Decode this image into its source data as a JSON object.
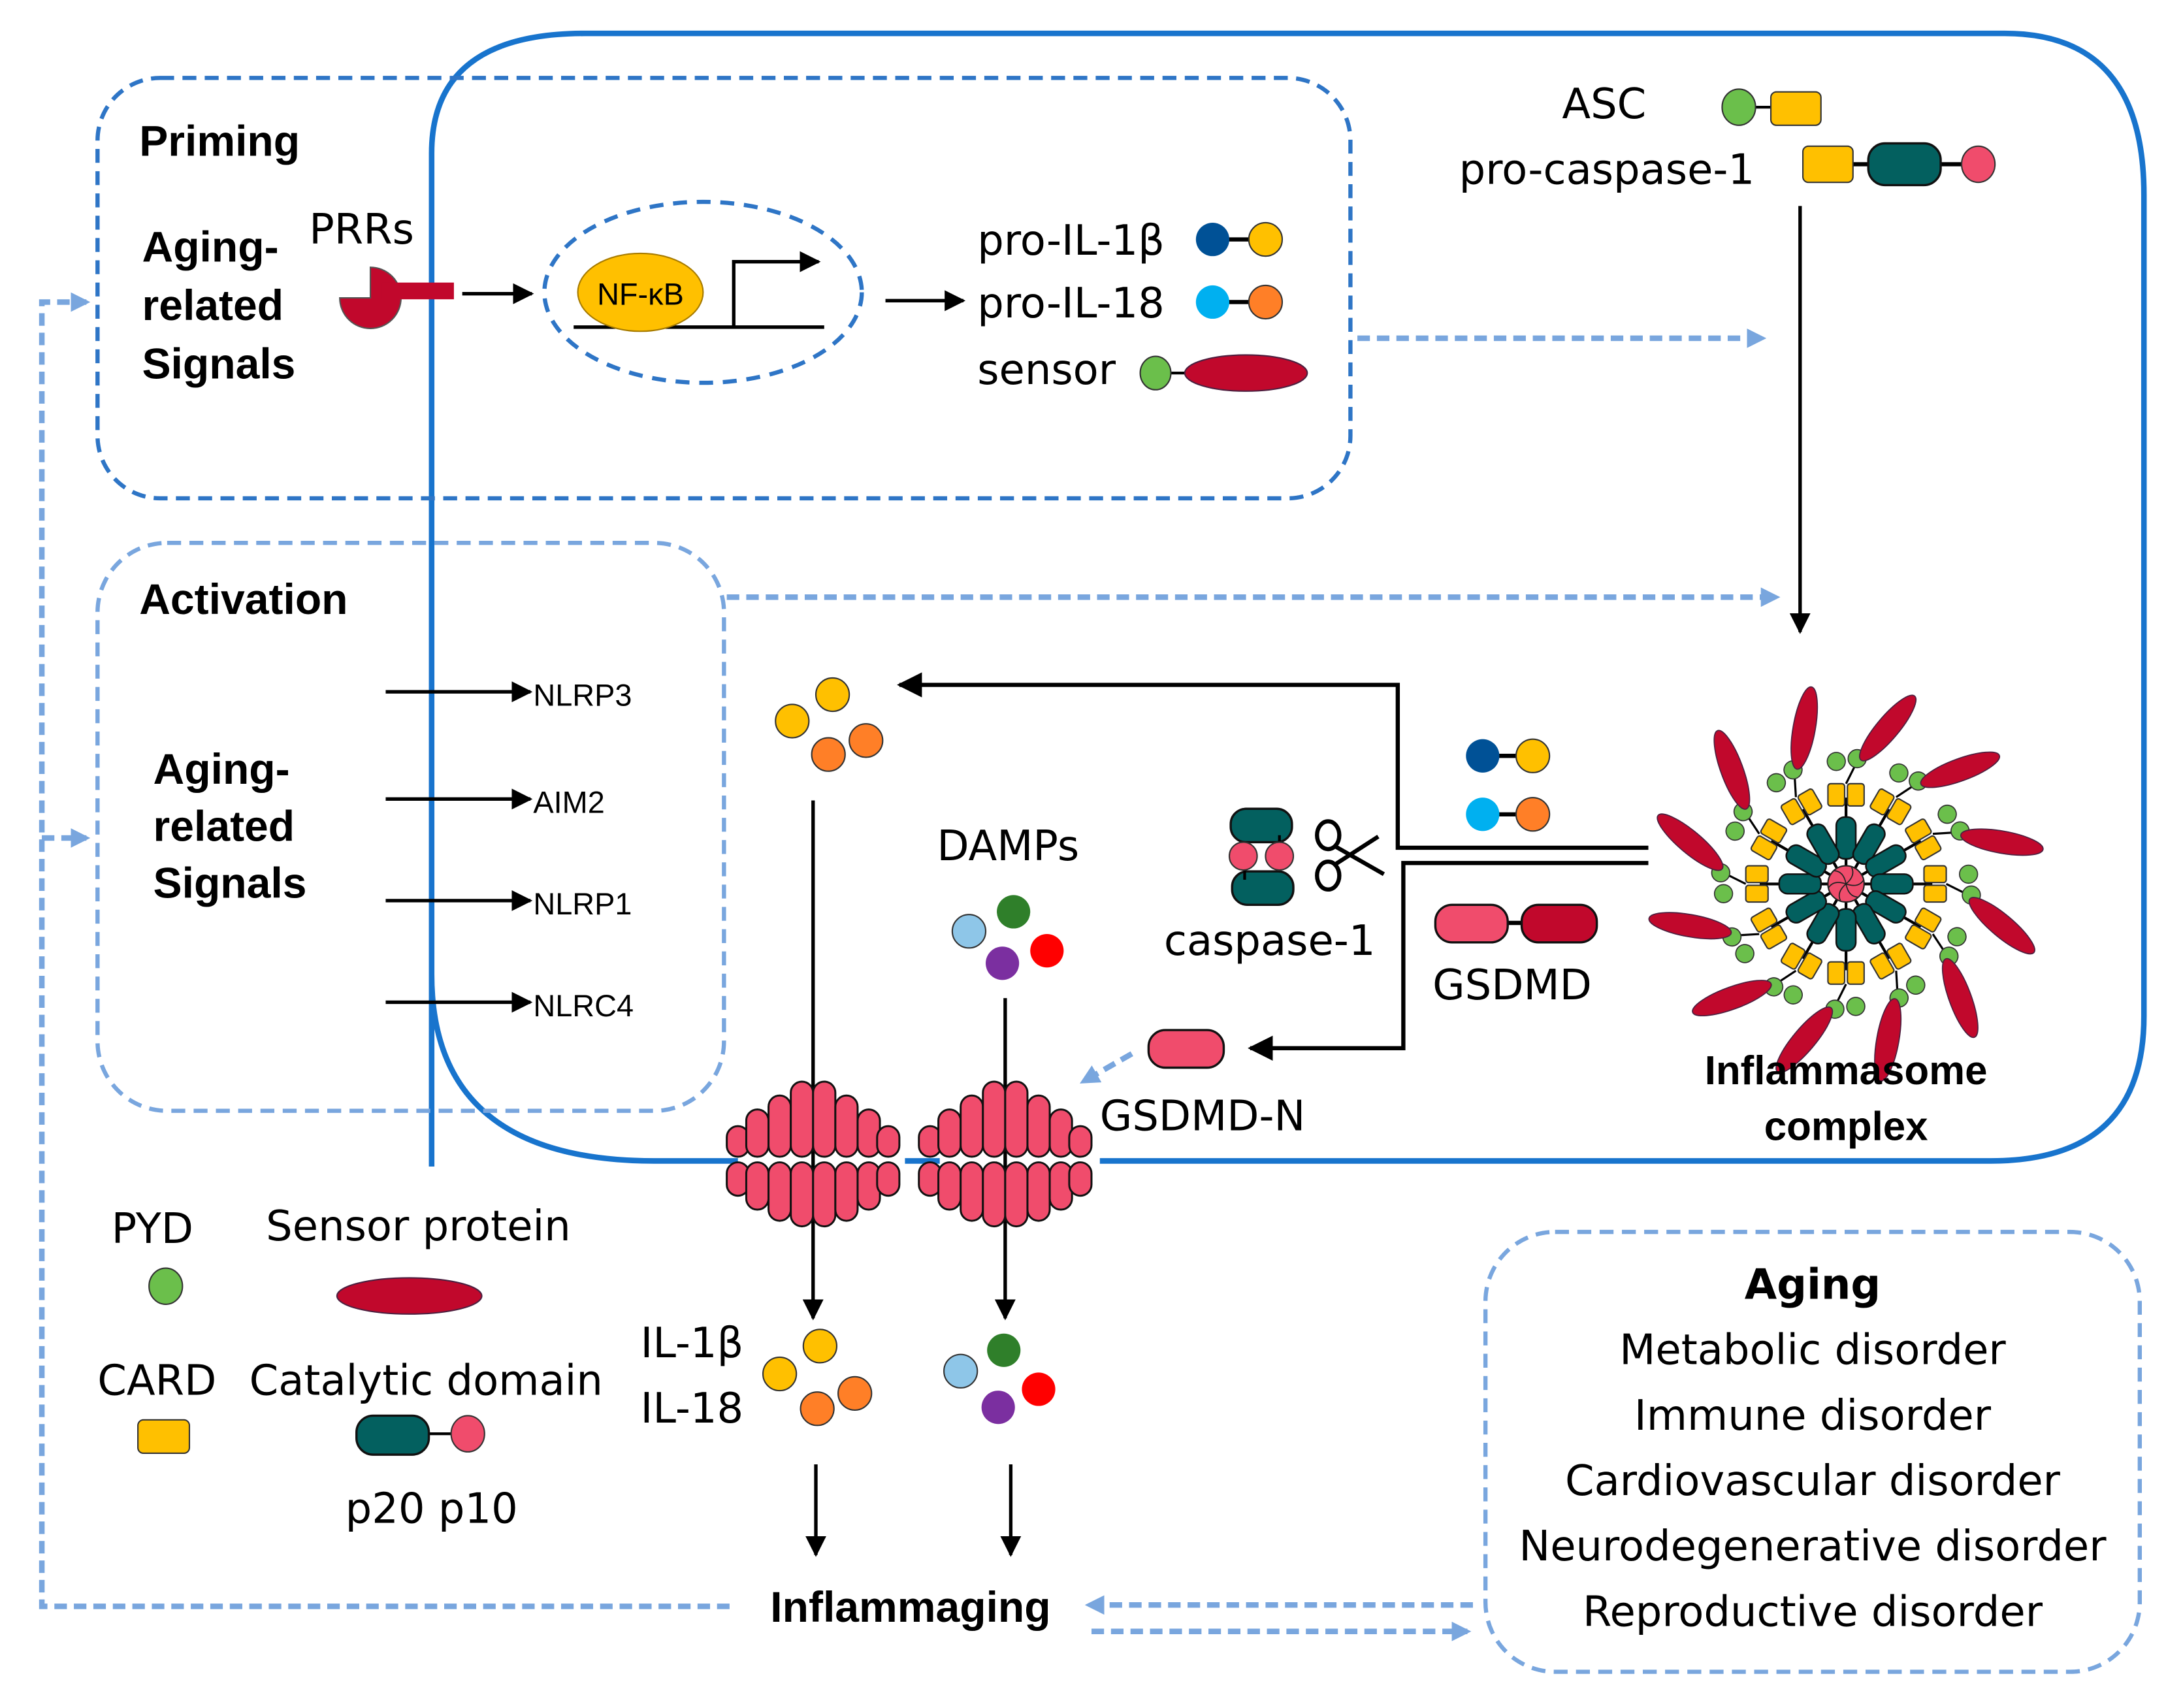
{
  "colors": {
    "cell_membrane": "#1874CD",
    "priming_border": "#2E75C6",
    "light_dashed": "#79A6DE",
    "pyd_green": "#6BBF4B",
    "card_yellow": "#FFC000",
    "catalytic_teal": "#03605F",
    "p10_pink": "#F04C6C",
    "sensor_red": "#C1082C",
    "il1b_navy": "#005196",
    "il18_cyan": "#00B0F0",
    "il18_orange": "#FF7F27",
    "damp_lightblue": "#8EC6E8",
    "damp_green": "#2F7F2A",
    "damp_red": "#FF0000",
    "damp_purple": "#7B2FA0"
  },
  "priming": {
    "title": "Priming",
    "signals": [
      "Aging-",
      "related",
      "Signals"
    ],
    "receptor_label": "PRRs",
    "tf_label": "NF-κB",
    "products": [
      "pro-IL-1β",
      "pro-IL-18",
      "sensor"
    ]
  },
  "activation": {
    "title": "Activation",
    "signals": [
      "Aging-",
      "related",
      "Signals"
    ],
    "sensors": [
      "NLRP3",
      "AIM2",
      "NLRP1",
      "NLRC4"
    ]
  },
  "assembly": {
    "asc_label": "ASC",
    "procaspase_label": "pro-caspase-1",
    "complex_label": [
      "Inflammasome",
      "complex"
    ]
  },
  "cleavage": {
    "caspase_label": "caspase-1",
    "gsdmd_label": "GSDMD",
    "gsdmd_n_label": "GSDMD-N",
    "damps_label": "DAMPs"
  },
  "release": {
    "cytokine_labels": [
      "IL-1β",
      "IL-18"
    ],
    "outcome_label": "Inflammaging"
  },
  "legend": {
    "pyd": "PYD",
    "sensor_protein": "Sensor protein",
    "card": "CARD",
    "catalytic_domain": "Catalytic domain",
    "p20p10": "p20 p10"
  },
  "aging_box": {
    "title": "Aging",
    "items": [
      "Metabolic disorder",
      "Immune disorder",
      "Cardiovascular disorder",
      "Neurodegenerative disorder",
      "Reproductive disorder"
    ]
  }
}
